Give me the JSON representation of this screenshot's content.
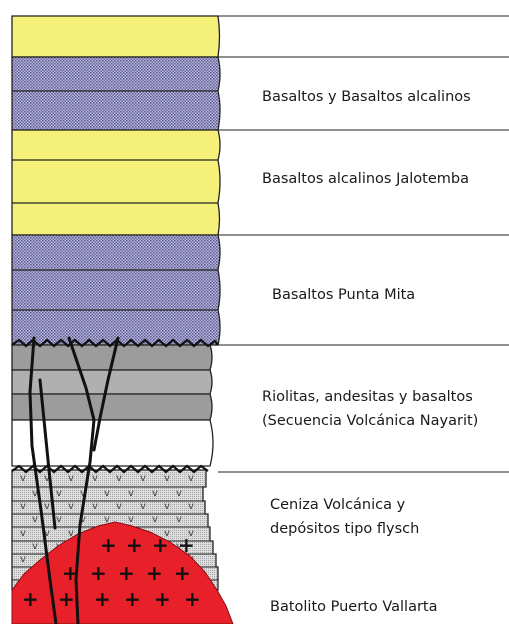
{
  "diagram": {
    "colors": {
      "yellow": "#f4f07a",
      "purple_basalt": "#8e8cbd",
      "gray_riolita": "#9c9c9c",
      "ash_gray": "#cccccc",
      "batolito_red": "#e8202a",
      "contact_lines": "#000000"
    },
    "units": [
      {
        "id": "top-yellow",
        "label": ""
      },
      {
        "id": "basaltos-alcalinos",
        "label": "Basaltos y Basaltos alcalinos"
      },
      {
        "id": "jalotemba",
        "label": "Basaltos alcalinos Jalotemba"
      },
      {
        "id": "punta-mita",
        "label": "Basaltos Punta Mita"
      },
      {
        "id": "nayarit",
        "label": "Riolitas, andesitas y basaltos",
        "label2": "(Secuencia Volcánica Nayarit)"
      },
      {
        "id": "ceniza",
        "label": "Ceniza Volcánica y",
        "label2": "depósitos tipo flysch"
      },
      {
        "id": "batolito",
        "label": "Batolito Puerto Vallarta"
      }
    ],
    "symbols": {
      "ash_mark": "v",
      "intrusive_mark": "+"
    }
  }
}
